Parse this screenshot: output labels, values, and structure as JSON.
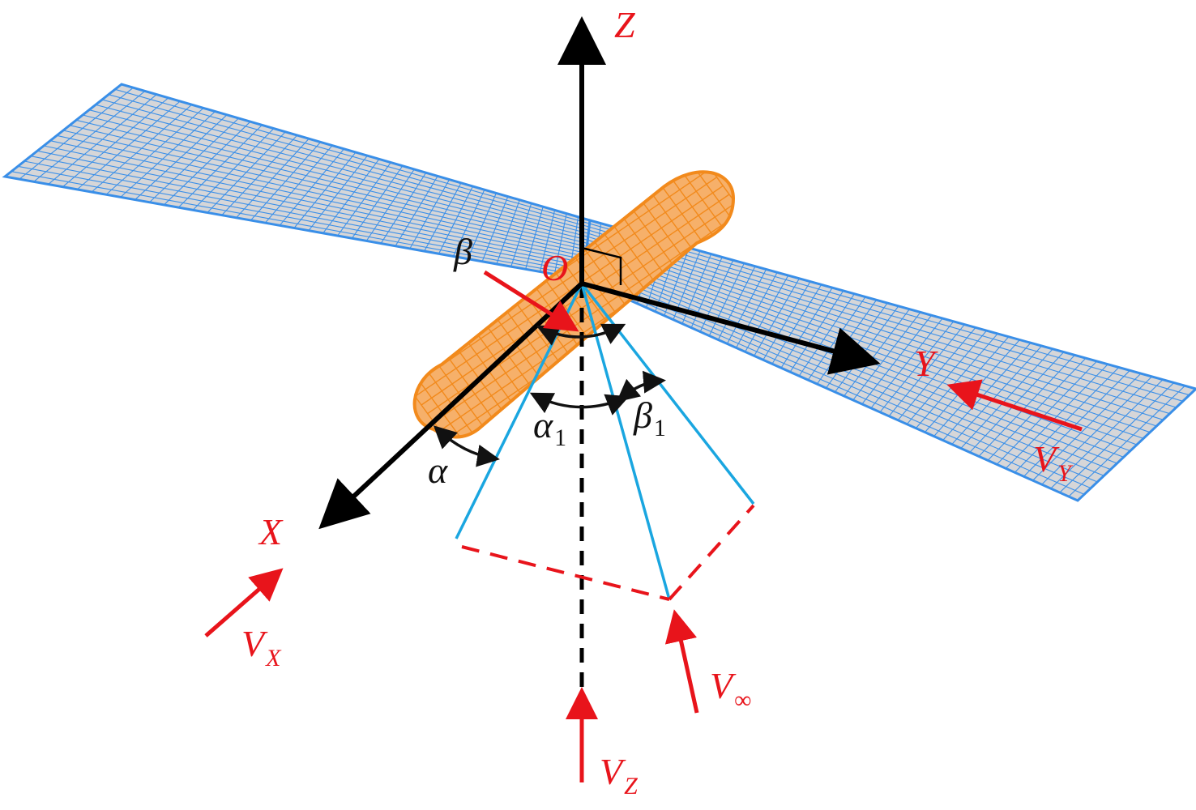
{
  "colors": {
    "wing_mesh": "#3a8fe8",
    "wing_fill": "#d6d6d8",
    "fuselage": "#f28a1c",
    "axis": "#000000",
    "velocity": "#e8141b",
    "flow_lines": "#1aa6e0",
    "labels": "#e8141b",
    "angle_labels": "#111111"
  },
  "axes": {
    "x_label": "X",
    "y_label": "Y",
    "z_label": "Z",
    "origin_label": "O"
  },
  "angles": {
    "alpha": "α",
    "alpha1_main": "α",
    "alpha1_sub": "1",
    "beta": "β",
    "beta1_main": "β",
    "beta1_sub": "1"
  },
  "velocities": {
    "vx_main": "V",
    "vx_sub": "X",
    "vy_main": "V",
    "vy_sub": "Y",
    "vz_main": "V",
    "vz_sub": "Z",
    "vinf_main": "V",
    "vinf_sub": "∞"
  }
}
